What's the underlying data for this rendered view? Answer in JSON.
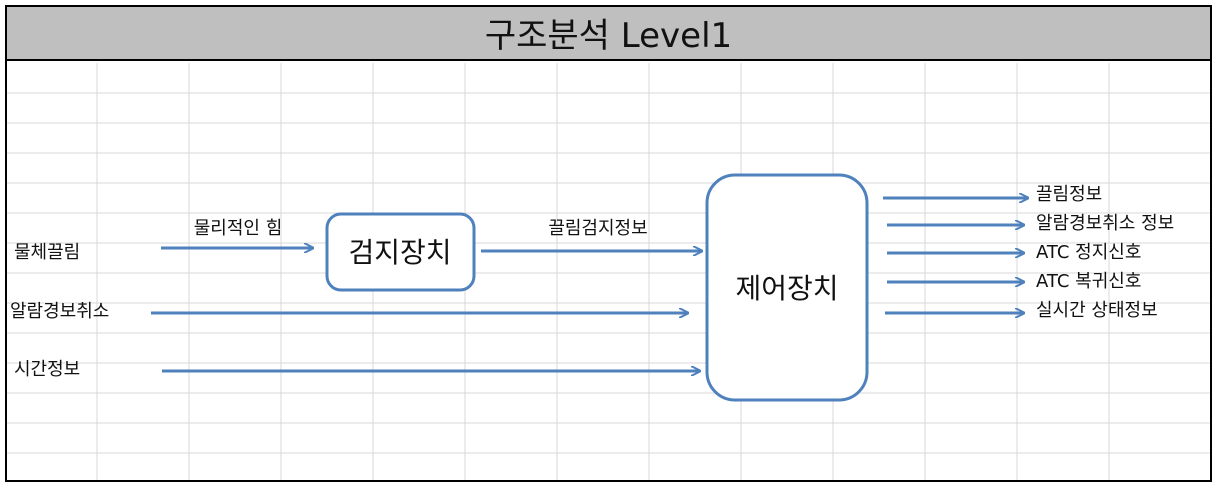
{
  "title": "구조분석 Level1",
  "colors": {
    "arrow": "#4f81bd",
    "box_stroke": "#4f81bd",
    "title_bg": "#bfbfbf",
    "grid": "#d9d9d9"
  },
  "boxes": {
    "detect": "검지장치",
    "control": "제어장치"
  },
  "inputs": {
    "object_pinch": "물체끌림",
    "alarm_cancel": "알람경보취소",
    "time_info": "시간정보"
  },
  "flows": {
    "physical_force": "물리적인 힘",
    "pinch_detect_info": "끌림검지정보"
  },
  "outputs": [
    "끌림정보",
    "알람경보취소 정보",
    "ATC 정지신호",
    "ATC 복귀신호",
    "실시간 상태정보"
  ]
}
